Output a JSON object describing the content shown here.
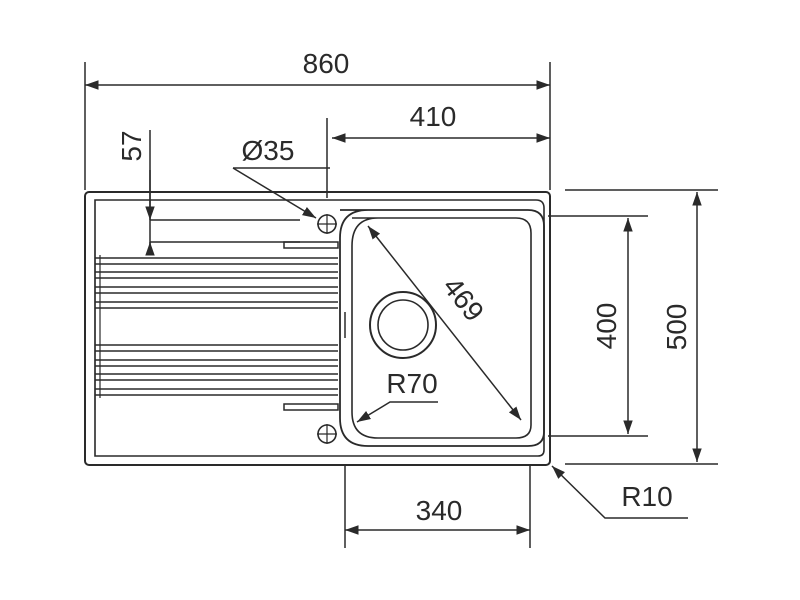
{
  "colors": {
    "line": "#2a2a2a",
    "background": "#ffffff"
  },
  "dimensions": {
    "overall_width": "860",
    "bowl_to_right": "410",
    "tap_hole_offset": "57",
    "tap_hole_diameter": "Ø35",
    "bowl_diagonal": "469",
    "bowl_depth_span": "400",
    "overall_depth": "500",
    "bowl_corner_radius": "R70",
    "bowl_width": "340",
    "outer_corner_radius": "R10"
  }
}
